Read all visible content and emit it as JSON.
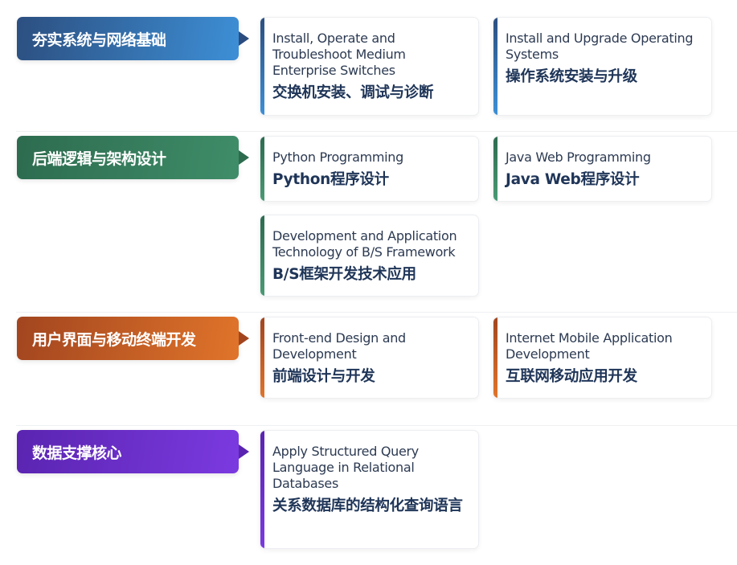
{
  "categories": [
    {
      "label": "夯实系统与网络基础",
      "colors": {
        "from": "#2c4f80",
        "to": "#3d8fd6"
      },
      "courses": [
        {
          "en": "Install, Operate and Troubleshoot Medium Enterprise Switches",
          "zh": "交换机安装、调试与诊断"
        },
        {
          "en": "Install and Upgrade Operating Systems",
          "zh": "操作系统安装与升级"
        }
      ]
    },
    {
      "label": "后端逻辑与架构设计",
      "colors": {
        "from": "#2d6b4f",
        "to": "#3f8d69"
      },
      "courses": [
        {
          "en": "Python Programming",
          "zh": "Python程序设计"
        },
        {
          "en": "Java Web Programming",
          "zh": "Java Web程序设计"
        },
        {
          "en": "Development and Application Technology of B/S Framework",
          "zh": "B/S框架开发技术应用"
        }
      ]
    },
    {
      "label": "用户界面与移动终端开发",
      "colors": {
        "from": "#a2451f",
        "to": "#e0742a"
      },
      "courses": [
        {
          "en": "Front-end Design and Development",
          "zh": "前端设计与开发"
        },
        {
          "en": "Internet Mobile Application Development",
          "zh": "互联网移动应用开发"
        }
      ]
    },
    {
      "label": "数据支撑核心",
      "colors": {
        "from": "#5a24b0",
        "to": "#7b3ae0"
      },
      "courses": [
        {
          "en": "Apply Structured Query Language in Relational Databases",
          "zh": "关系数据库的结构化查询语言"
        }
      ]
    }
  ]
}
